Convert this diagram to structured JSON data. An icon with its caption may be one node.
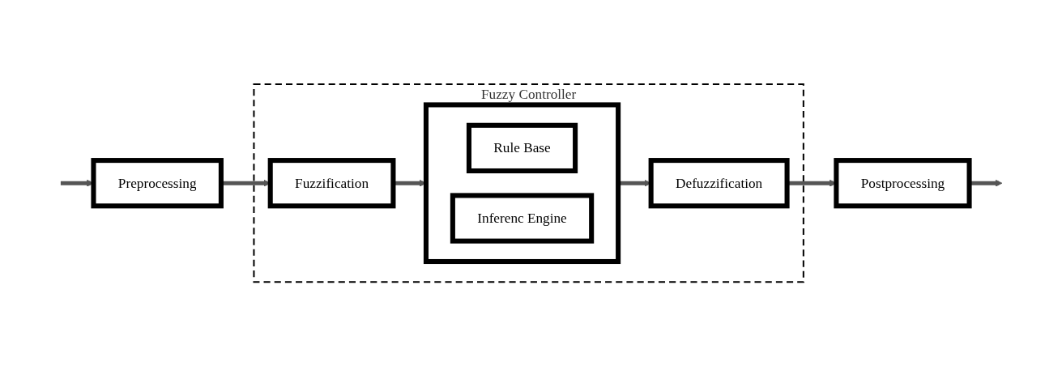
{
  "diagram": {
    "nodes": [
      {
        "text": [
          "Preprocessing"
        ]
      },
      {
        "text": [
          "Fuzzy Controller"
        ]
      },
      {
        "text": [
          "Fuzzification"
        ],
        "in": 1
      },
      {
        "text": [],
        "shape": "box",
        "in": 1
      },
      {
        "text": [
          "Rule Base"
        ],
        "in": 3
      },
      {
        "text": [
          "Inferenc Engine"
        ],
        "in": 3
      },
      {
        "text": [
          "Defuzzification"
        ],
        "in": 1
      },
      {
        "text": [
          "Postprocessing"
        ]
      }
    ],
    "edges": [
      {
        "from": null,
        "to": 0,
        "arrow": "to"
      },
      {
        "from": 0,
        "to": 2,
        "arrow": "to"
      },
      {
        "from": 2,
        "to": 3,
        "arrow": "to"
      },
      {
        "from": 3,
        "to": 6,
        "arrow": "to"
      },
      {
        "from": 6,
        "to": 7,
        "arrow": "to"
      },
      {
        "from": 7,
        "to": null,
        "arrow": "to"
      }
    ]
  }
}
